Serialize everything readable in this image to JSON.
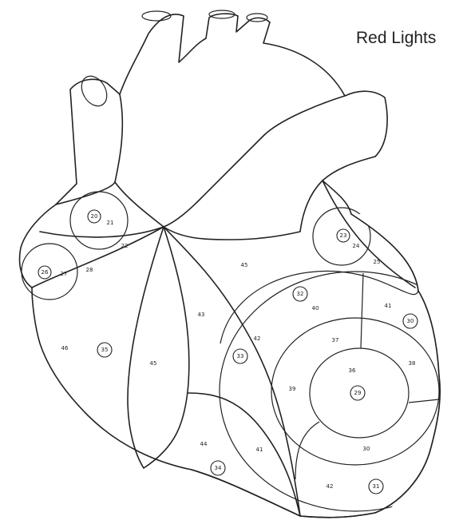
{
  "title": "Red Lights",
  "labels": {
    "z20": "20",
    "z21": "21",
    "z22": "22",
    "z26": "26",
    "z27": "27",
    "z28": "28",
    "z23": "23",
    "z24": "24",
    "z25": "25",
    "z45a": "45",
    "z32": "32",
    "z40": "40",
    "z41a": "41",
    "z30": "30",
    "z43": "43",
    "z46": "46",
    "z35": "35",
    "z45b": "45",
    "z42": "42",
    "z33": "33",
    "z37": "37",
    "z39": "39",
    "z36": "36",
    "z29": "29",
    "z38": "38",
    "z44": "44",
    "z34": "34",
    "z41b": "41",
    "z30b": "30",
    "z42b": "42",
    "z31": "31"
  }
}
